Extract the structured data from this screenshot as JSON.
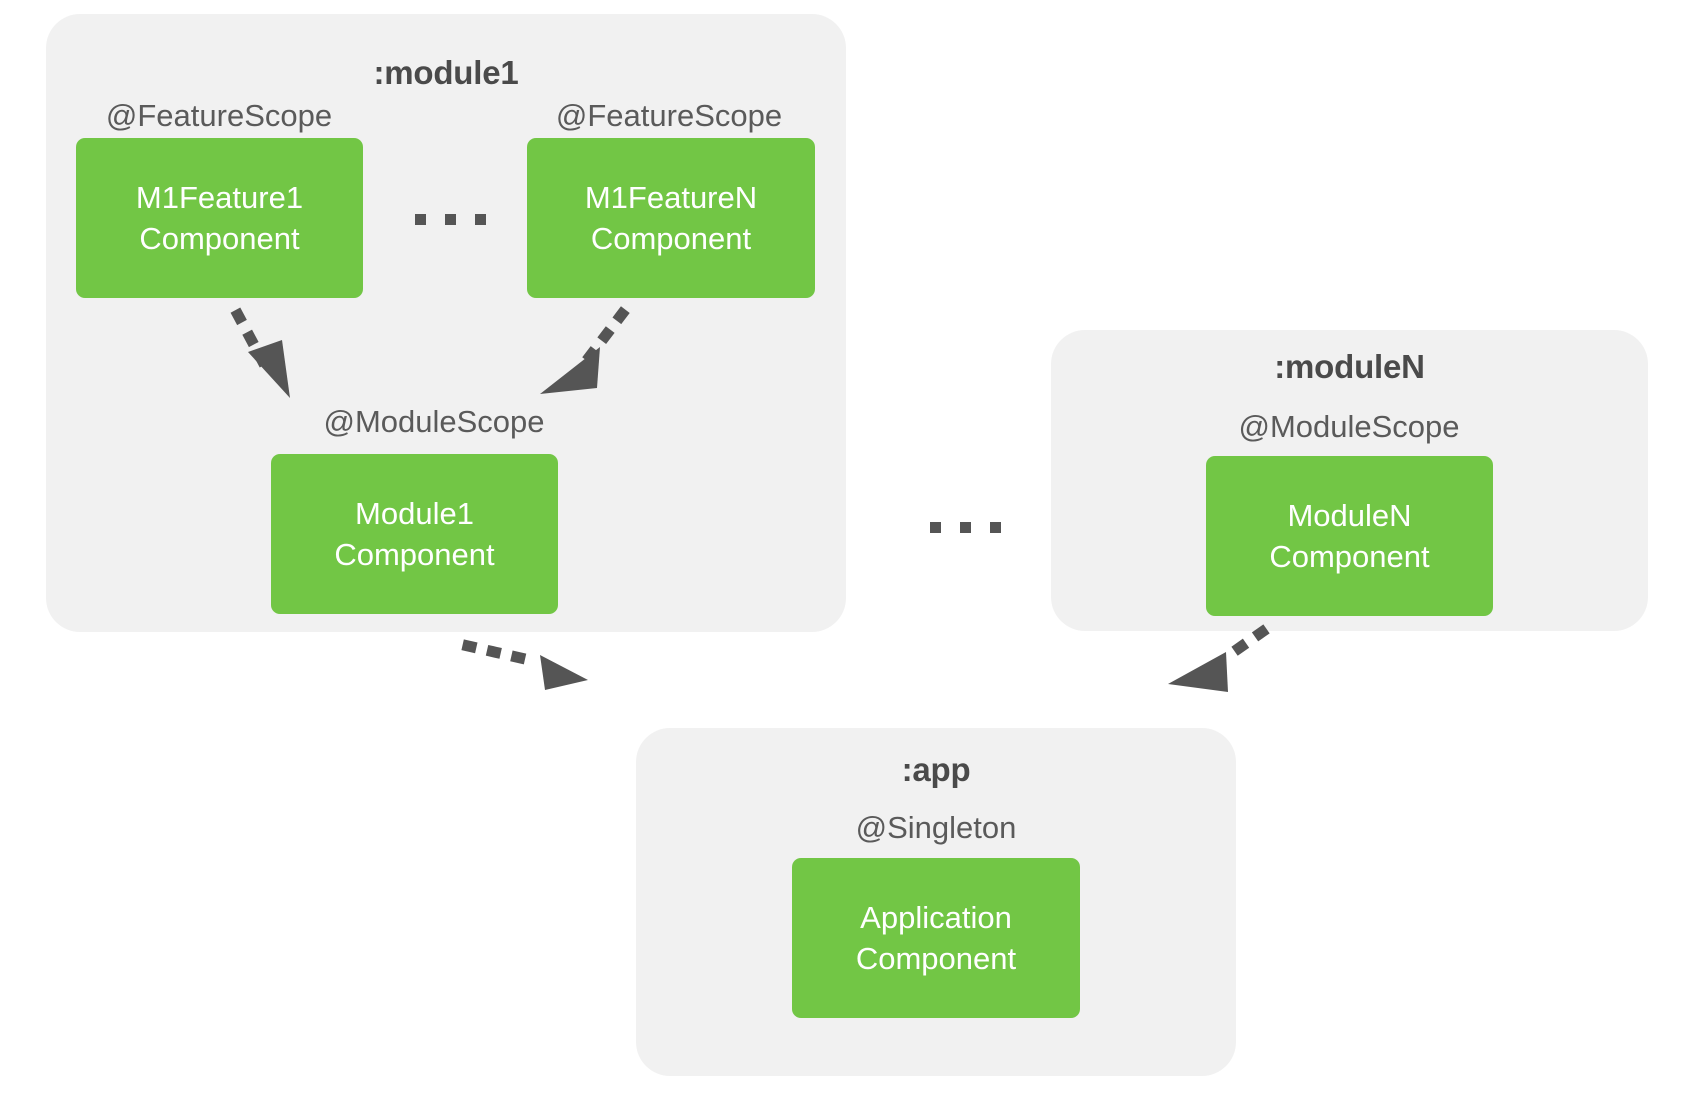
{
  "diagram": {
    "title_hidden": "",
    "colors": {
      "component_green": "#72c645",
      "panel_gray": "#f1f1f1",
      "text_dark": "#4a4a4a",
      "scope_text": "#5a5a5a",
      "arrow_gray": "#555555",
      "background": "#ffffff"
    },
    "modules": [
      {
        "id": "module1",
        "title": ":module1",
        "feature_scopes": [
          {
            "scope": "@FeatureScope",
            "component": "M1Feature1\nComponent"
          },
          {
            "scope": "@FeatureScope",
            "component": "M1FeatureN\nComponent"
          }
        ],
        "module_scope": {
          "scope": "@ModuleScope",
          "component": "Module1\nComponent"
        },
        "feature_ellipsis": "..."
      },
      {
        "id": "moduleN",
        "title": ":moduleN",
        "feature_scopes": [],
        "module_scope": {
          "scope": "@ModuleScope",
          "component": "ModuleN\nComponent"
        },
        "feature_ellipsis": ""
      }
    ],
    "module_ellipsis": "...",
    "app": {
      "id": "app",
      "title": ":app",
      "scope": "@Singleton",
      "component": "Application\nComponent"
    },
    "edges": [
      {
        "from": "M1Feature1Component",
        "to": "Module1Component",
        "style": "dotted-arrow"
      },
      {
        "from": "M1FeatureNComponent",
        "to": "Module1Component",
        "style": "dotted-arrow"
      },
      {
        "from": "Module1Component",
        "to": "ApplicationComponent",
        "style": "dotted-arrow"
      },
      {
        "from": "ModuleNComponent",
        "to": "ApplicationComponent",
        "style": "dotted-arrow"
      }
    ]
  }
}
